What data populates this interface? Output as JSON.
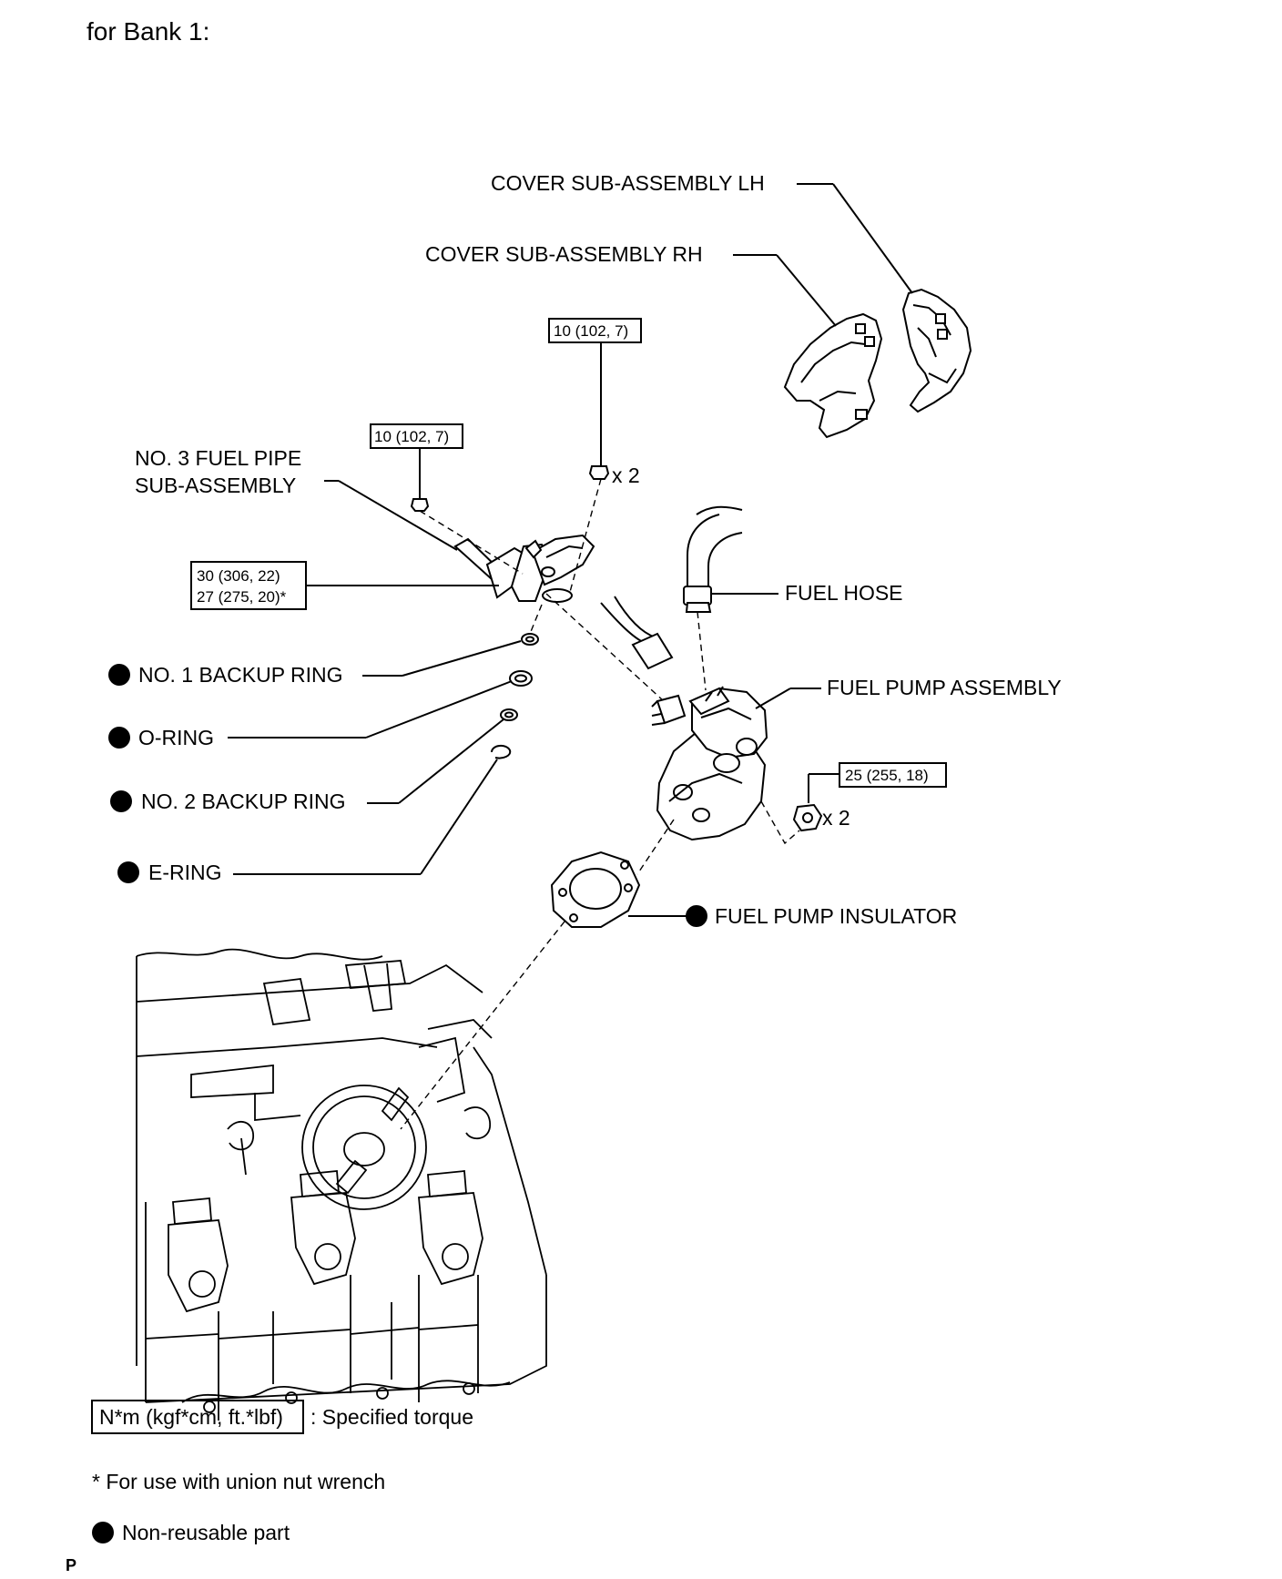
{
  "title": "for Bank 1:",
  "labels": {
    "cover_lh": "COVER SUB-ASSEMBLY  LH",
    "cover_rh": "COVER SUB-ASSEMBLY  RH",
    "fuel_pipe_line1": "NO. 3 FUEL PIPE",
    "fuel_pipe_line2": "SUB-ASSEMBLY",
    "fuel_hose": "FUEL HOSE",
    "fuel_pump_assembly": "FUEL PUMP ASSEMBLY",
    "backup_ring_1": "NO. 1 BACKUP RING",
    "o_ring": "O-RING",
    "backup_ring_2": "NO. 2 BACKUP RING",
    "e_ring": "E-RING",
    "fuel_pump_insulator": "FUEL PUMP INSULATOR"
  },
  "torques": {
    "bolt_top": "10 (102, 7)",
    "bolt_left": "10 (102, 7)",
    "union_line1": "30 (306, 22)",
    "union_line2": "27 (275, 20)*",
    "nut_pump": "25 (255, 18)"
  },
  "quantities": {
    "bolt_top": "x 2",
    "nut_pump": "x 2"
  },
  "legend": {
    "torque_unit": "N*m (kgf*cm, ft.*lbf)",
    "torque_desc": ": Specified torque",
    "union_note": "* For use with union nut wrench",
    "non_reusable": "Non-reusable part"
  },
  "corner_mark": "P"
}
